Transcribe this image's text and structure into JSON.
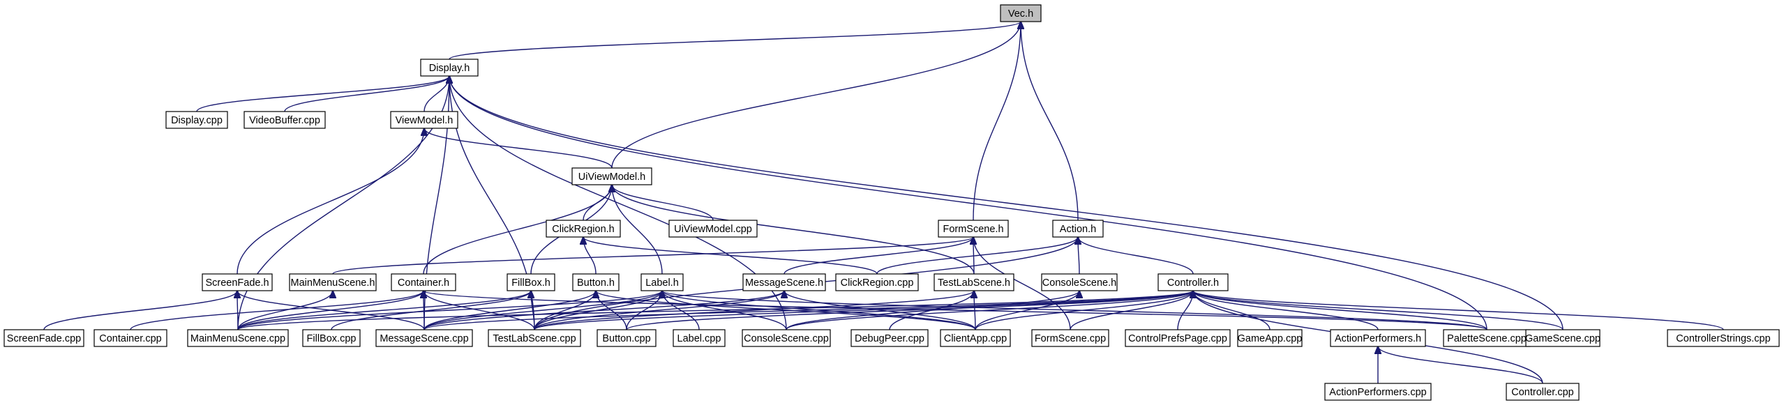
{
  "graph": {
    "colors": {
      "edge": "#191970",
      "node_border": "#000000",
      "node_fill": "#ffffff",
      "focus_fill": "#bfbfbf"
    },
    "focus_node": "vec_h",
    "nodes": [
      {
        "id": "vec_h",
        "label": "Vec.h"
      },
      {
        "id": "display_h",
        "label": "Display.h"
      },
      {
        "id": "display_cpp",
        "label": "Display.cpp"
      },
      {
        "id": "videobuffer_cpp",
        "label": "VideoBuffer.cpp"
      },
      {
        "id": "viewmodel_h",
        "label": "ViewModel.h"
      },
      {
        "id": "uiviewmodel_h",
        "label": "UiViewModel.h"
      },
      {
        "id": "clickregion_h",
        "label": "ClickRegion.h"
      },
      {
        "id": "uiviewmodel_cpp",
        "label": "UiViewModel.cpp"
      },
      {
        "id": "formscene_h",
        "label": "FormScene.h"
      },
      {
        "id": "action_h",
        "label": "Action.h"
      },
      {
        "id": "screenfade_h",
        "label": "ScreenFade.h"
      },
      {
        "id": "mainmenuscene_h",
        "label": "MainMenuScene.h"
      },
      {
        "id": "container_h",
        "label": "Container.h"
      },
      {
        "id": "fillbox_h",
        "label": "FillBox.h"
      },
      {
        "id": "button_h",
        "label": "Button.h"
      },
      {
        "id": "label_h",
        "label": "Label.h"
      },
      {
        "id": "messagescene_h",
        "label": "MessageScene.h"
      },
      {
        "id": "clickregion_cpp",
        "label": "ClickRegion.cpp"
      },
      {
        "id": "testlabscene_h",
        "label": "TestLabScene.h"
      },
      {
        "id": "consolescene_h",
        "label": "ConsoleScene.h"
      },
      {
        "id": "controller_h",
        "label": "Controller.h"
      },
      {
        "id": "screenfade_cpp",
        "label": "ScreenFade.cpp"
      },
      {
        "id": "container_cpp",
        "label": "Container.cpp"
      },
      {
        "id": "mainmenuscene_cpp",
        "label": "MainMenuScene.cpp"
      },
      {
        "id": "fillbox_cpp",
        "label": "FillBox.cpp"
      },
      {
        "id": "messagescene_cpp",
        "label": "MessageScene.cpp"
      },
      {
        "id": "testlabscene_cpp",
        "label": "TestLabScene.cpp"
      },
      {
        "id": "button_cpp",
        "label": "Button.cpp"
      },
      {
        "id": "label_cpp",
        "label": "Label.cpp"
      },
      {
        "id": "consolescene_cpp",
        "label": "ConsoleScene.cpp"
      },
      {
        "id": "debugpeer_cpp",
        "label": "DebugPeer.cpp"
      },
      {
        "id": "clientapp_cpp",
        "label": "ClientApp.cpp"
      },
      {
        "id": "formscene_cpp",
        "label": "FormScene.cpp"
      },
      {
        "id": "controlprefspage_cpp",
        "label": "ControlPrefsPage.cpp"
      },
      {
        "id": "gameapp_cpp",
        "label": "GameApp.cpp"
      },
      {
        "id": "actionperformers_h",
        "label": "ActionPerformers.h"
      },
      {
        "id": "palettescene_cpp",
        "label": "PaletteScene.cpp"
      },
      {
        "id": "gamescene_cpp",
        "label": "GameScene.cpp"
      },
      {
        "id": "controllerstrings_cpp",
        "label": "ControllerStrings.cpp"
      },
      {
        "id": "actionperformers_cpp",
        "label": "ActionPerformers.cpp"
      },
      {
        "id": "controller_cpp",
        "label": "Controller.cpp"
      }
    ],
    "edges": [
      {
        "from": "display_h",
        "to": "vec_h"
      },
      {
        "from": "uiviewmodel_h",
        "to": "vec_h"
      },
      {
        "from": "formscene_h",
        "to": "vec_h"
      },
      {
        "from": "action_h",
        "to": "vec_h"
      },
      {
        "from": "display_cpp",
        "to": "display_h"
      },
      {
        "from": "videobuffer_cpp",
        "to": "display_h"
      },
      {
        "from": "viewmodel_h",
        "to": "display_h"
      },
      {
        "from": "mainmenuscene_cpp",
        "to": "display_h"
      },
      {
        "from": "messagescene_cpp",
        "to": "display_h"
      },
      {
        "from": "testlabscene_cpp",
        "to": "display_h"
      },
      {
        "from": "consolescene_cpp",
        "to": "display_h"
      },
      {
        "from": "palettescene_cpp",
        "to": "display_h"
      },
      {
        "from": "gamescene_cpp",
        "to": "display_h"
      },
      {
        "from": "uiviewmodel_h",
        "to": "viewmodel_h"
      },
      {
        "from": "screenfade_h",
        "to": "viewmodel_h"
      },
      {
        "from": "clickregion_h",
        "to": "uiviewmodel_h"
      },
      {
        "from": "uiviewmodel_cpp",
        "to": "uiviewmodel_h"
      },
      {
        "from": "container_h",
        "to": "uiviewmodel_h"
      },
      {
        "from": "fillbox_h",
        "to": "uiviewmodel_h"
      },
      {
        "from": "label_h",
        "to": "uiviewmodel_h"
      },
      {
        "from": "testlabscene_h",
        "to": "uiviewmodel_h"
      },
      {
        "from": "button_h",
        "to": "clickregion_h"
      },
      {
        "from": "clickregion_cpp",
        "to": "clickregion_h"
      },
      {
        "from": "mainmenuscene_h",
        "to": "formscene_h"
      },
      {
        "from": "messagescene_h",
        "to": "formscene_h"
      },
      {
        "from": "testlabscene_h",
        "to": "formscene_h"
      },
      {
        "from": "formscene_cpp",
        "to": "formscene_h"
      },
      {
        "from": "clickregion_cpp",
        "to": "action_h"
      },
      {
        "from": "consolescene_h",
        "to": "action_h"
      },
      {
        "from": "controller_h",
        "to": "action_h"
      },
      {
        "from": "testlabscene_cpp",
        "to": "action_h"
      },
      {
        "from": "screenfade_cpp",
        "to": "screenfade_h"
      },
      {
        "from": "mainmenuscene_cpp",
        "to": "screenfade_h"
      },
      {
        "from": "messagescene_cpp",
        "to": "screenfade_h"
      },
      {
        "from": "mainmenuscene_cpp",
        "to": "mainmenuscene_h"
      },
      {
        "from": "container_cpp",
        "to": "container_h"
      },
      {
        "from": "mainmenuscene_cpp",
        "to": "container_h"
      },
      {
        "from": "messagescene_cpp",
        "to": "container_h"
      },
      {
        "from": "testlabscene_cpp",
        "to": "container_h"
      },
      {
        "from": "palettescene_cpp",
        "to": "container_h"
      },
      {
        "from": "fillbox_cpp",
        "to": "fillbox_h"
      },
      {
        "from": "testlabscene_cpp",
        "to": "fillbox_h"
      },
      {
        "from": "mainmenuscene_cpp",
        "to": "fillbox_h"
      },
      {
        "from": "button_cpp",
        "to": "button_h"
      },
      {
        "from": "testlabscene_cpp",
        "to": "button_h"
      },
      {
        "from": "messagescene_cpp",
        "to": "button_h"
      },
      {
        "from": "clientapp_cpp",
        "to": "button_h"
      },
      {
        "from": "label_cpp",
        "to": "label_h"
      },
      {
        "from": "testlabscene_cpp",
        "to": "label_h"
      },
      {
        "from": "mainmenuscene_cpp",
        "to": "label_h"
      },
      {
        "from": "messagescene_cpp",
        "to": "label_h"
      },
      {
        "from": "button_cpp",
        "to": "label_h"
      },
      {
        "from": "consolescene_cpp",
        "to": "label_h"
      },
      {
        "from": "clientapp_cpp",
        "to": "label_h"
      },
      {
        "from": "palettescene_cpp",
        "to": "label_h"
      },
      {
        "from": "messagescene_cpp",
        "to": "messagescene_h"
      },
      {
        "from": "clientapp_cpp",
        "to": "messagescene_h"
      },
      {
        "from": "testlabscene_cpp",
        "to": "messagescene_h"
      },
      {
        "from": "testlabscene_cpp",
        "to": "testlabscene_h"
      },
      {
        "from": "debugpeer_cpp",
        "to": "testlabscene_h"
      },
      {
        "from": "clientapp_cpp",
        "to": "testlabscene_h"
      },
      {
        "from": "consolescene_cpp",
        "to": "consolescene_h"
      },
      {
        "from": "clientapp_cpp",
        "to": "consolescene_h"
      },
      {
        "from": "mainmenuscene_cpp",
        "to": "controller_h"
      },
      {
        "from": "messagescene_cpp",
        "to": "controller_h"
      },
      {
        "from": "testlabscene_cpp",
        "to": "controller_h"
      },
      {
        "from": "button_cpp",
        "to": "controller_h"
      },
      {
        "from": "consolescene_cpp",
        "to": "controller_h"
      },
      {
        "from": "clientapp_cpp",
        "to": "controller_h"
      },
      {
        "from": "formscene_cpp",
        "to": "controller_h"
      },
      {
        "from": "controlprefspage_cpp",
        "to": "controller_h"
      },
      {
        "from": "gameapp_cpp",
        "to": "controller_h"
      },
      {
        "from": "actionperformers_h",
        "to": "controller_h"
      },
      {
        "from": "palettescene_cpp",
        "to": "controller_h"
      },
      {
        "from": "gamescene_cpp",
        "to": "controller_h"
      },
      {
        "from": "controllerstrings_cpp",
        "to": "controller_h"
      },
      {
        "from": "controller_cpp",
        "to": "controller_h"
      },
      {
        "from": "actionperformers_cpp",
        "to": "actionperformers_h"
      },
      {
        "from": "controller_cpp",
        "to": "actionperformers_h"
      }
    ]
  }
}
